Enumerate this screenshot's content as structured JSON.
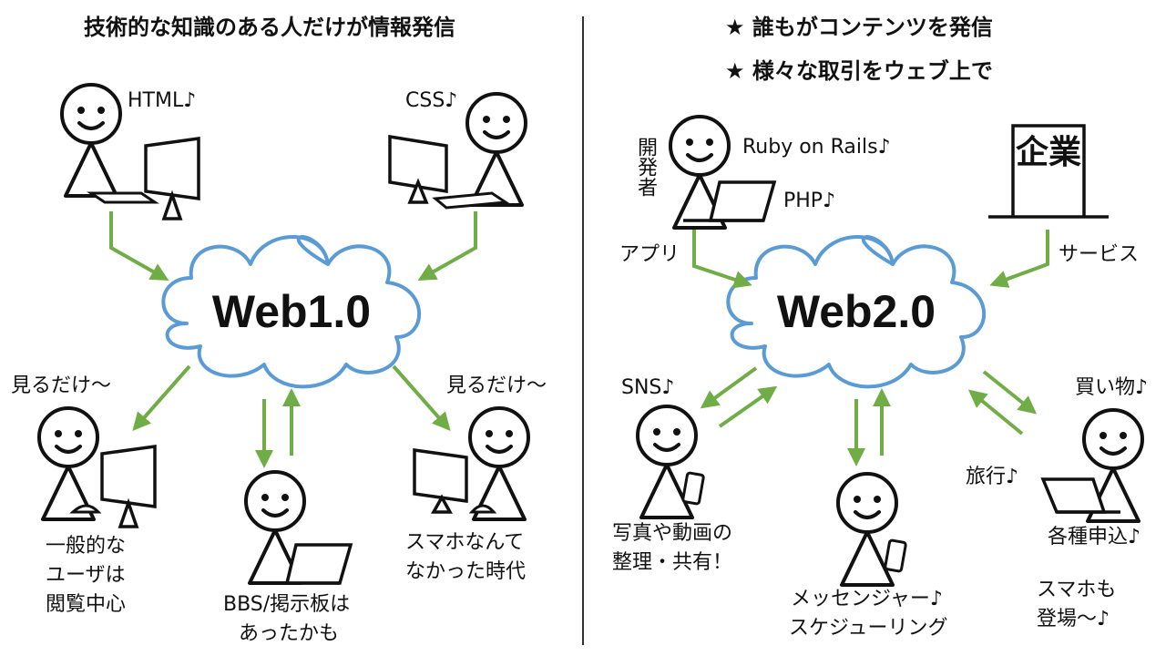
{
  "left": {
    "header": "技術的な知識のある人だけが情報発信",
    "cloud": "Web1.0",
    "html_label": "HTML♪",
    "css_label": "CSS♪",
    "viewer_left_label": "見るだけ～",
    "viewer_right_label": "見るだけ～",
    "general_users_lines": [
      "一般的な",
      "ユーザは",
      "閲覧中心"
    ],
    "bbs_lines": [
      "BBS/掲示板は",
      "あったかも"
    ],
    "smartphone_lines": [
      "スマホなんて",
      "なかった時代"
    ]
  },
  "right": {
    "header_lines": [
      "★ 誰もがコンテンツを発信",
      "★ 様々な取引をウェブ上で"
    ],
    "cloud": "Web2.0",
    "developer_label": "開発者",
    "ruby_label": "Ruby on Rails♪",
    "php_label": "PHP♪",
    "company_label": "企業",
    "app_label": "アプリ",
    "service_label": "サービス",
    "sns_label": "SNS♪",
    "photo_lines": [
      "写真や動画の",
      "整理・共有！"
    ],
    "message_lines": [
      "メッセンジャー♪",
      "スケジューリング"
    ],
    "shopping_label": "買い物♪",
    "travel_label": "旅行♪",
    "apply_label": "各種申込♪",
    "smartphone_lines": [
      "スマホも",
      "登場～♪"
    ]
  },
  "colors": {
    "arrow": "#70ad47",
    "cloud_stroke": "#5b9bd5",
    "line": "#111111",
    "divider": "#333333"
  }
}
